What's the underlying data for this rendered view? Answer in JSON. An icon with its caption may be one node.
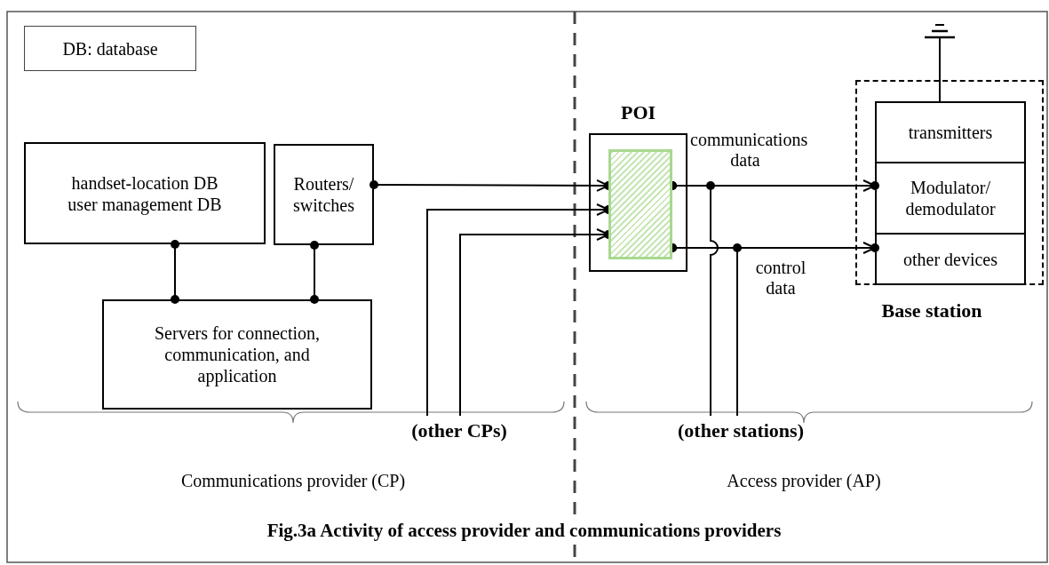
{
  "diagram": {
    "caption": "Fig.3a Activity of access provider and communications providers",
    "nodes": [
      {
        "text": [
          "DB: database"
        ]
      },
      {
        "text": [
          "handset-location DB",
          "user management DB"
        ]
      },
      {
        "text": [
          "Routers/ switches"
        ]
      },
      {
        "text": [
          "Servers for connection, communication, and application"
        ]
      },
      {
        "text": [
          "(other CPs)"
        ]
      },
      {
        "text": [
          "POI"
        ]
      },
      {
        "text": [],
        "shape": "box",
        "in": 5
      },
      {
        "text": [
          "Base station"
        ]
      },
      {
        "text": [
          "transmitters"
        ],
        "in": 7
      },
      {
        "text": [
          "Modulator/ demodulator"
        ],
        "in": 7
      },
      {
        "text": [
          "other devices"
        ],
        "in": 7
      },
      {
        "text": [
          "(other stations)"
        ]
      }
    ],
    "edges": [
      {
        "from": 1,
        "to": 3,
        "arrow": "other"
      },
      {
        "from": 2,
        "to": 3,
        "arrow": "other"
      },
      {
        "from": 2,
        "to": 6,
        "arrow": "to"
      },
      {
        "from": 4,
        "to": 6,
        "arrow": "to"
      },
      {
        "from": 4,
        "to": 6,
        "arrow": "to"
      },
      {
        "from": 6,
        "to": 9,
        "arrow": "to",
        "label": "communications data"
      },
      {
        "from": 6,
        "to": 10,
        "arrow": "to",
        "label": "control data"
      },
      {
        "from": 6,
        "to": 11,
        "arrow": "other"
      },
      {
        "from": 6,
        "to": 11,
        "arrow": "other"
      }
    ],
    "labels": [
      "Communications provider (CP)",
      "Access provider (AP)"
    ]
  }
}
